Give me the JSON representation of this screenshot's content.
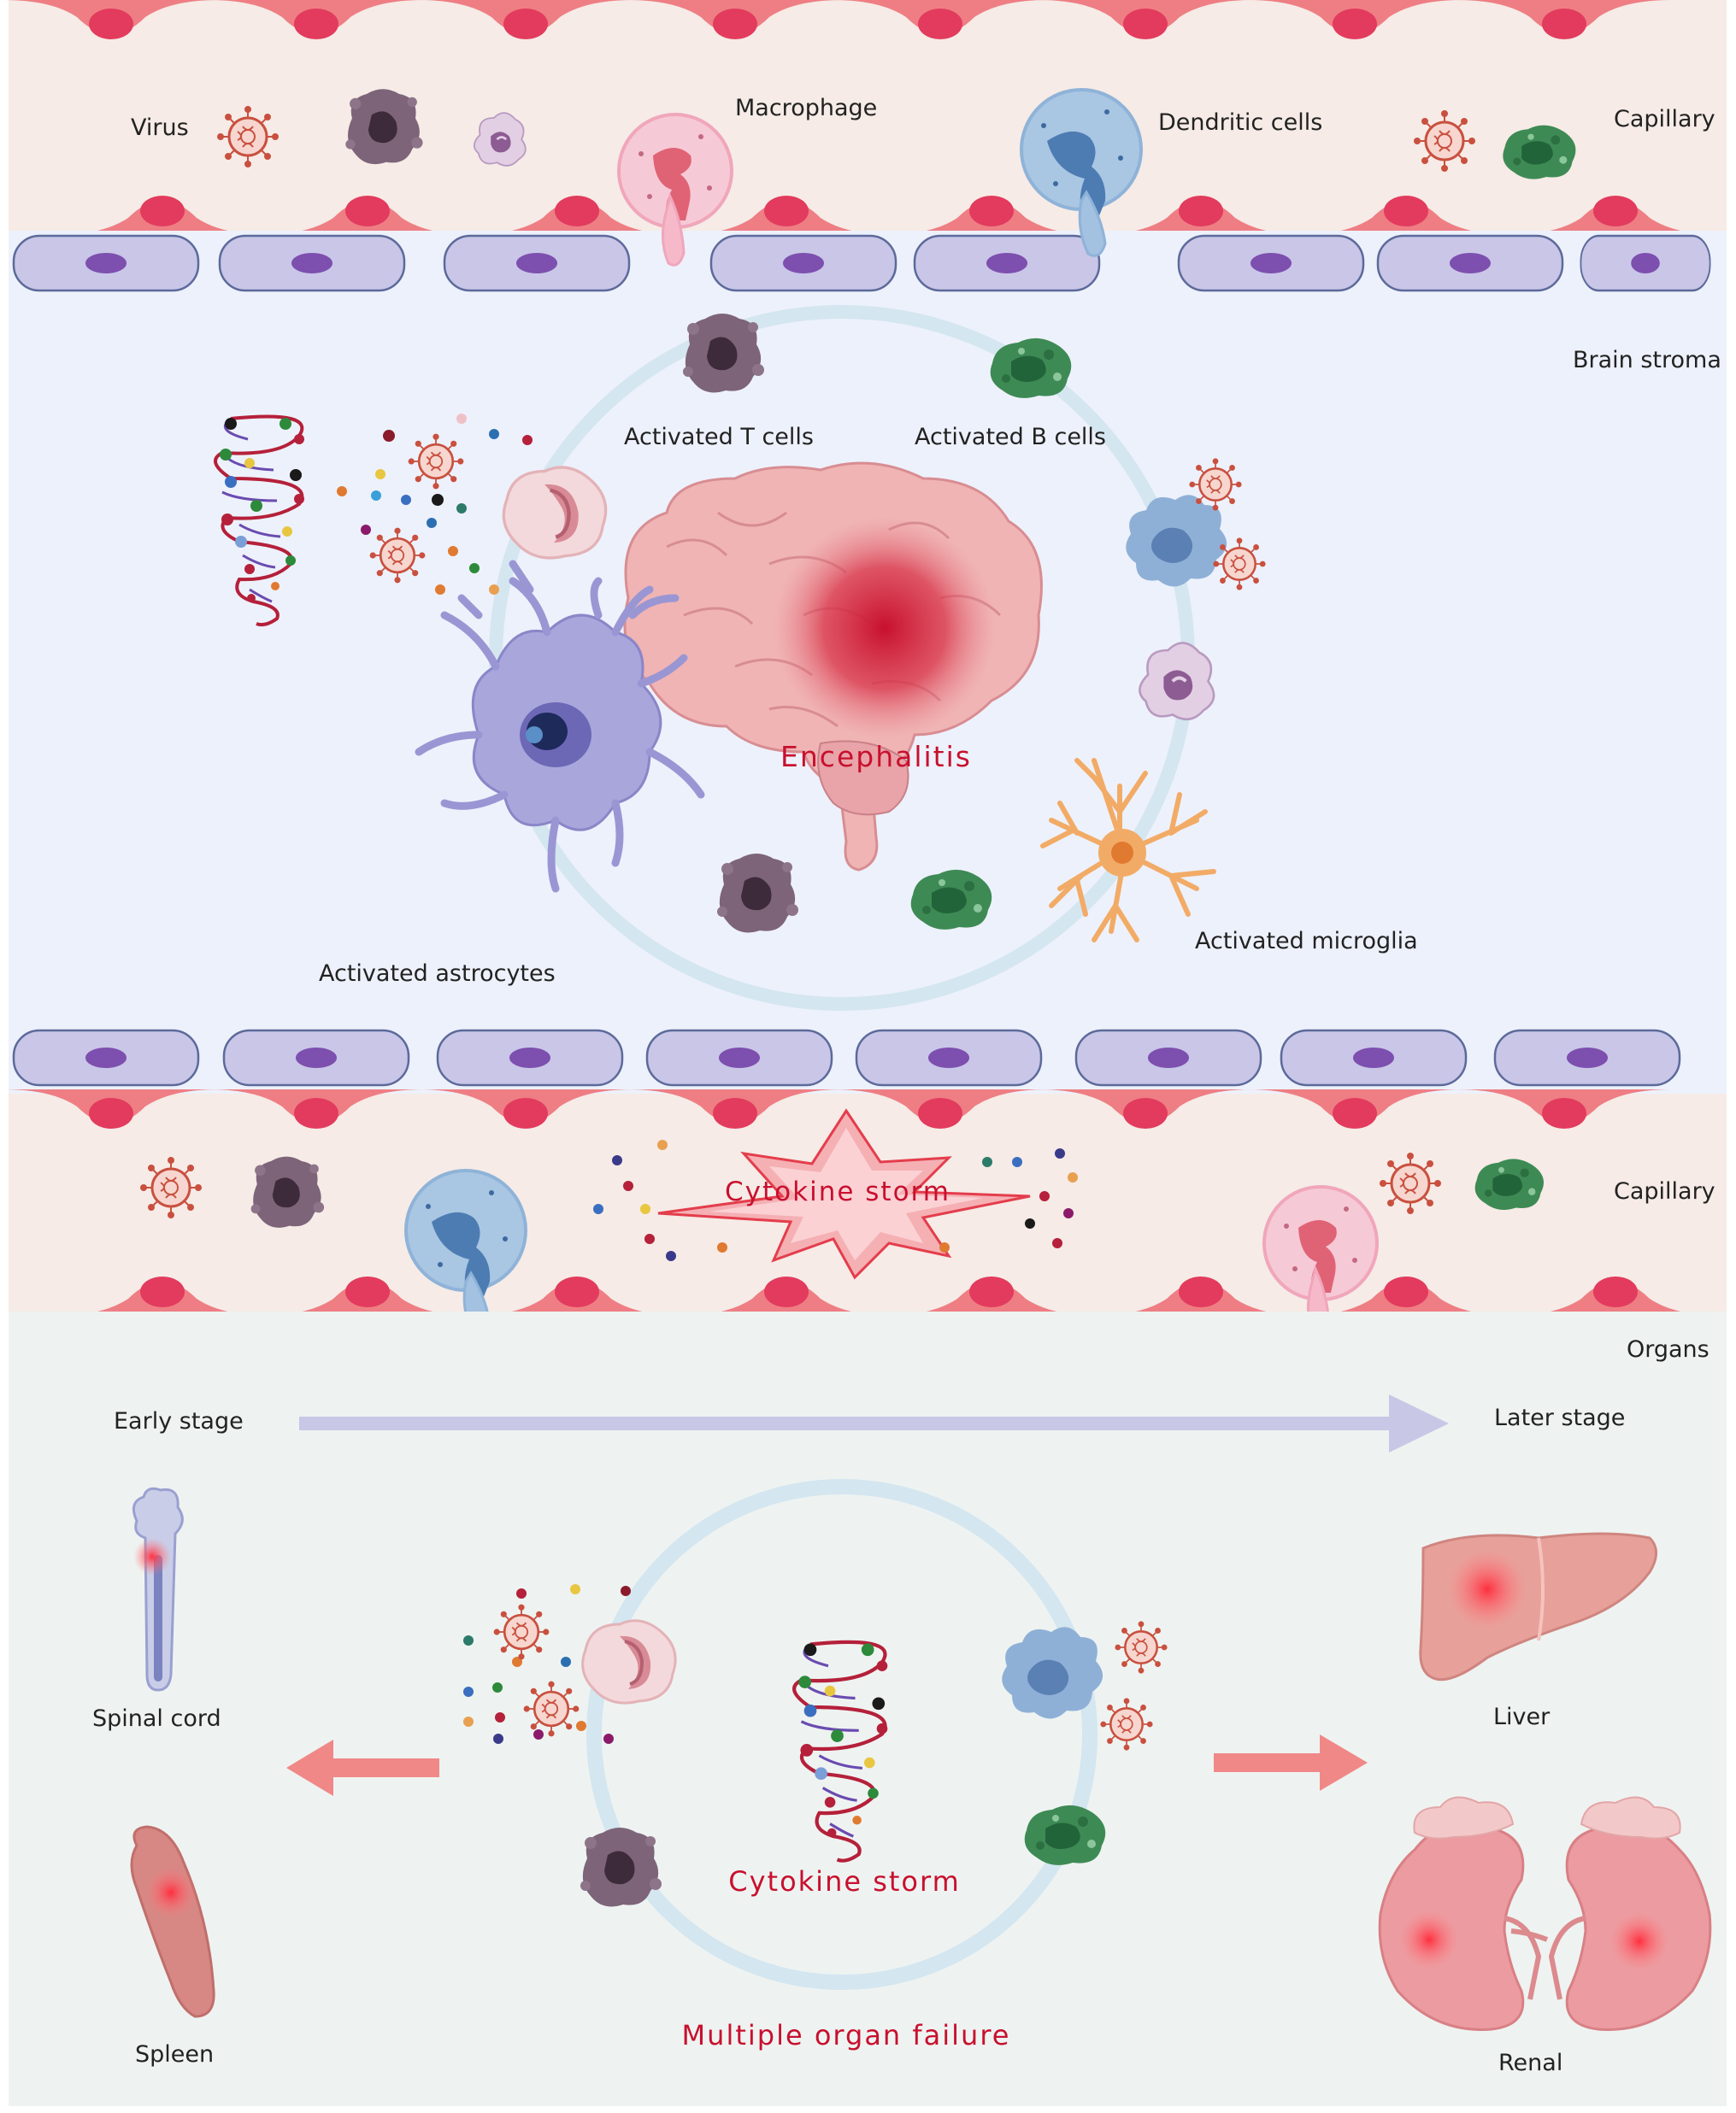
{
  "labels": {
    "virus": "Virus",
    "macrophage": "Macrophage",
    "dendritic_cells": "Dendritic cells",
    "capillary_top": "Capillary",
    "brain_stroma": "Brain stroma",
    "activated_t_cells": "Activated  T  cells",
    "activated_b_cells": "Activated  B  cells",
    "encephalitis": "Encephalitis",
    "activated_astrocytes": "Activated  astrocytes",
    "activated_microglia": "Activated  microglia",
    "cytokine_storm_mid": "Cytokine  storm",
    "capillary_bottom": "Capillary",
    "organs": "Organs",
    "early_stage": "Early  stage",
    "later_stage": "Later  stage",
    "spinal_cord": "Spinal  cord",
    "liver": "Liver",
    "spleen": "Spleen",
    "renal": "Renal",
    "cytokine_storm_bottom": "Cytokine  storm",
    "multiple_organ_failure": "Multiple  organ  failure"
  },
  "colors": {
    "capillary_bg": "#f6ebe6",
    "endothelial": "#ee7e84",
    "nucleus": "#e23b5d",
    "membrane_cell": "#c9c6e8",
    "membrane_nucleus": "#7d4fae",
    "brain_bg": "#edf1fb",
    "organs_bg": "#eef3f1",
    "ring": "#d4e6f0",
    "arrow_stage": "#c9c7e6",
    "arrow_red": "#f08888",
    "accent_red": "#c8102e"
  }
}
